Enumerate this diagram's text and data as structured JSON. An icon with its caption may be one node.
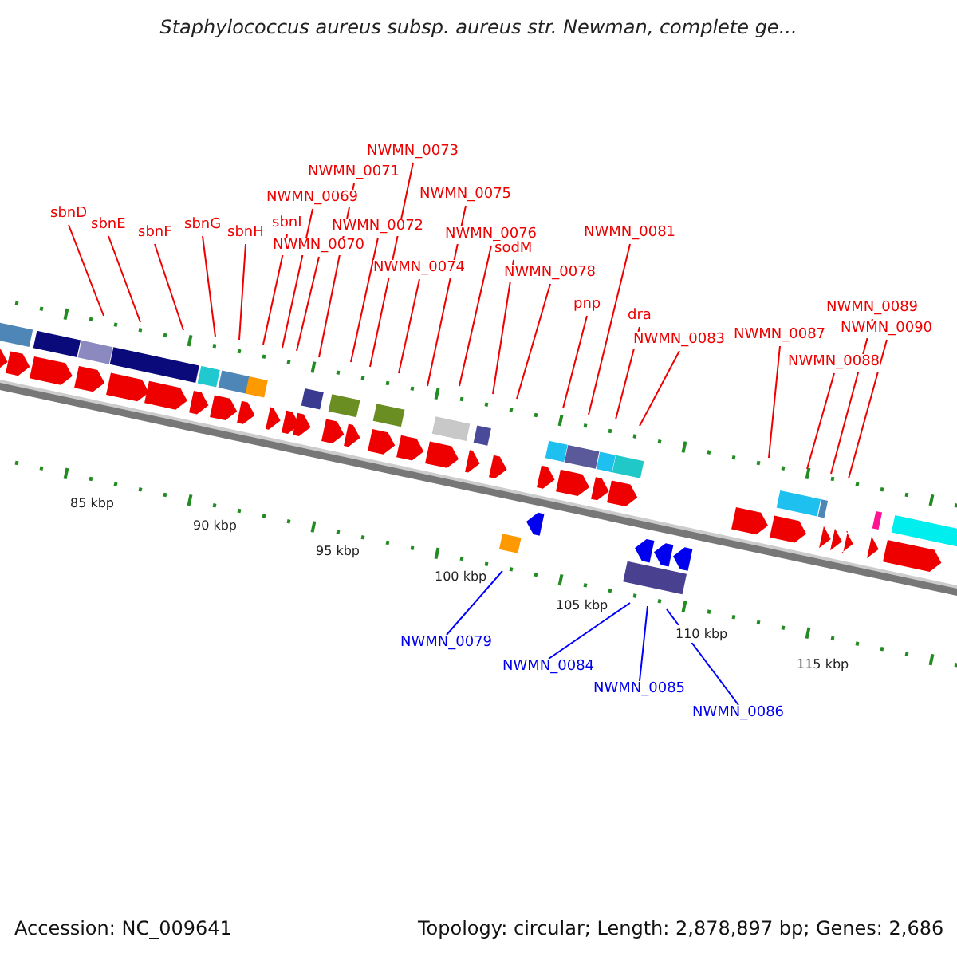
{
  "diagram": {
    "title": "Staphylococcus aureus subsp. aureus str. Newman, complete ge...",
    "nodes": [
      {
        "text": [
          "sbnD"
        ]
      },
      {
        "text": [
          "sbnE"
        ]
      },
      {
        "text": [
          "sbnF"
        ]
      },
      {
        "text": [
          "sbnG"
        ]
      },
      {
        "text": [
          "sbnH"
        ]
      },
      {
        "text": [
          "sbnI"
        ]
      },
      {
        "text": [
          "NWMN_0069"
        ]
      },
      {
        "text": [
          "NWMN_0070"
        ]
      },
      {
        "text": [
          "NWMN_0071"
        ]
      },
      {
        "text": [
          "NWMN_0072"
        ]
      },
      {
        "text": [
          "NWMN_0073"
        ]
      },
      {
        "text": [
          "NWMN_0074"
        ]
      },
      {
        "text": [
          "NWMN_0075"
        ]
      },
      {
        "text": [
          "NWMN_0076"
        ]
      },
      {
        "text": [
          "sodM"
        ]
      },
      {
        "text": [
          "NWMN_0078"
        ]
      },
      {
        "text": [
          "pnp"
        ]
      },
      {
        "text": [
          "NWMN_0081"
        ]
      },
      {
        "text": [
          "dra"
        ]
      },
      {
        "text": [
          "NWMN_0083"
        ]
      },
      {
        "text": [
          "NWMN_0087"
        ]
      },
      {
        "text": [
          "NWMN_0088"
        ]
      },
      {
        "text": [
          "NWMN_0089"
        ]
      },
      {
        "text": [
          "NWMN_0090"
        ]
      },
      {
        "text": [
          "NWMN_0079"
        ]
      },
      {
        "text": [
          "NWMN_0084"
        ]
      },
      {
        "text": [
          "NWMN_0085"
        ]
      },
      {
        "text": [
          "NWMN_0086"
        ]
      }
    ],
    "edges": [
      {
        "from": 0,
        "to": null,
        "arrow": "none"
      },
      {
        "from": 1,
        "to": null,
        "arrow": "none"
      },
      {
        "from": 2,
        "to": null,
        "arrow": "none"
      },
      {
        "from": 3,
        "to": null,
        "arrow": "none"
      },
      {
        "from": 4,
        "to": null,
        "arrow": "none"
      },
      {
        "from": 5,
        "to": null,
        "arrow": "none"
      },
      {
        "from": 6,
        "to": null,
        "arrow": "none"
      },
      {
        "from": 7,
        "to": null,
        "arrow": "none"
      },
      {
        "from": 8,
        "to": null,
        "arrow": "none"
      },
      {
        "from": 9,
        "to": null,
        "arrow": "none"
      },
      {
        "from": 10,
        "to": null,
        "arrow": "none"
      },
      {
        "from": 11,
        "to": null,
        "arrow": "none"
      },
      {
        "from": 12,
        "to": null,
        "arrow": "none"
      },
      {
        "from": 13,
        "to": null,
        "arrow": "none"
      },
      {
        "from": 14,
        "to": null,
        "arrow": "none"
      },
      {
        "from": 15,
        "to": null,
        "arrow": "none"
      },
      {
        "from": 16,
        "to": null,
        "arrow": "none"
      },
      {
        "from": 17,
        "to": null,
        "arrow": "none"
      },
      {
        "from": 18,
        "to": null,
        "arrow": "none"
      },
      {
        "from": 19,
        "to": null,
        "arrow": "none"
      },
      {
        "from": 20,
        "to": null,
        "arrow": "none"
      },
      {
        "from": 21,
        "to": null,
        "arrow": "none"
      },
      {
        "from": 22,
        "to": null,
        "arrow": "none"
      },
      {
        "from": 23,
        "to": null,
        "arrow": "none"
      },
      {
        "from": 24,
        "to": null,
        "arrow": "none",
        "color": "#0000ff"
      },
      {
        "from": 25,
        "to": null,
        "arrow": "none",
        "color": "#0000ff"
      },
      {
        "from": 26,
        "to": null,
        "arrow": "none",
        "color": "#0000ff"
      },
      {
        "from": 27,
        "to": null,
        "arrow": "none",
        "color": "#0000ff"
      }
    ],
    "labels": [
      "85 kbp",
      "90 kbp",
      "95 kbp",
      "100 kbp",
      "105 kbp",
      "110 kbp",
      "115 kbp",
      "Accession: NC_009641",
      "Topology: circular; Length: 2,878,897 bp; Genes: 2,686"
    ]
  }
}
